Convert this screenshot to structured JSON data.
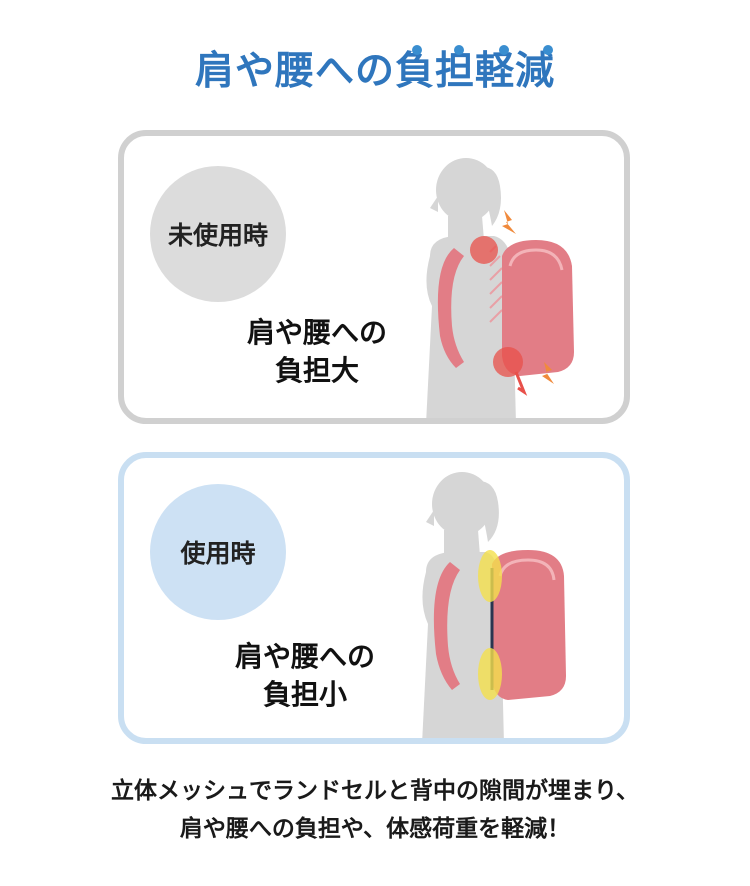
{
  "title": "肩や腰への負担軽減",
  "panel_before": {
    "badge": "未使用時",
    "load_line1": "肩や腰への",
    "load_line2": "負担大"
  },
  "panel_after": {
    "badge": "使用時",
    "load_line1": "肩や腰への",
    "load_line2": "負担小"
  },
  "caption": {
    "line1": "立体メッシュでランドセルと背中の隙間が埋まり、",
    "line2": "肩や腰への負担や、体感荷重を軽減！"
  },
  "colors": {
    "title": "#2f76bd",
    "dots": "#3a8ed0",
    "silhouette": "#d6d6d6",
    "bag": "#e27d86",
    "pain": "#e8504a",
    "highlight": "#f4e04c"
  }
}
